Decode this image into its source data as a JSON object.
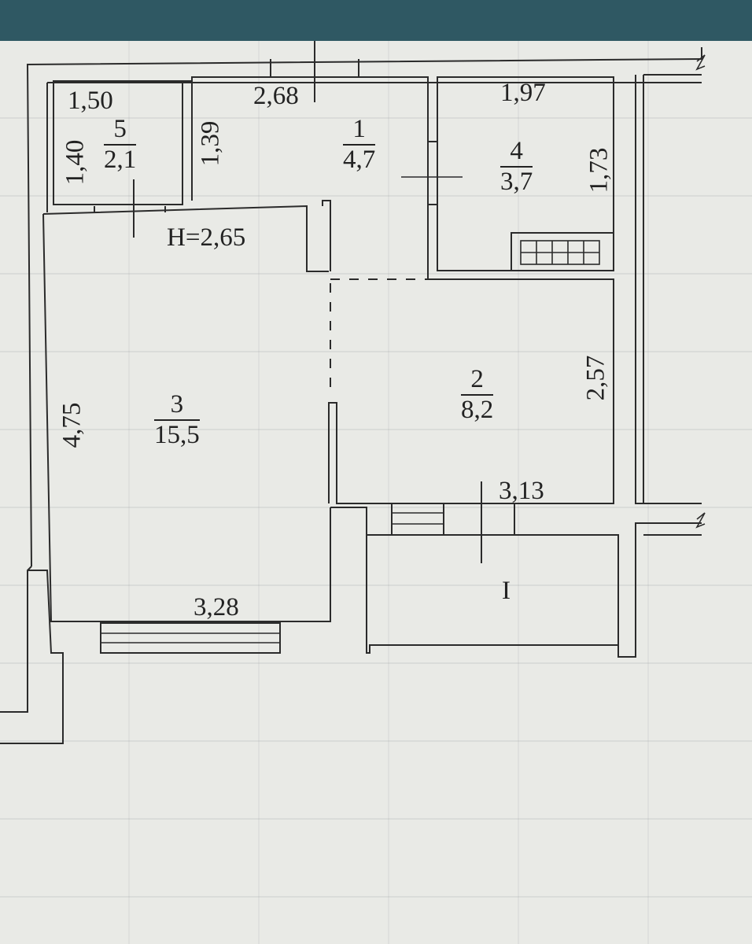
{
  "plan": {
    "ceiling_height": "H=2,65",
    "rooms": [
      {
        "number": "1",
        "area": "4,7"
      },
      {
        "number": "2",
        "area": "8,2"
      },
      {
        "number": "3",
        "area": "15,5"
      },
      {
        "number": "4",
        "area": "3,7"
      },
      {
        "number": "5",
        "area": "2,1"
      }
    ],
    "balcony_label": "I",
    "dimensions": {
      "room5_width": "1,50",
      "room5_height": "1,40",
      "room1_width": "2,68",
      "room1_height": "1,39",
      "room4_width": "1,97",
      "room4_height": "1,73",
      "room2_height": "2,57",
      "room2_width": "3,13",
      "room3_height": "4,75",
      "room3_width": "3,28"
    }
  },
  "colors": {
    "top_bar": "#2f5863",
    "paper": "#e9eae6",
    "ink": "#2b2b2b"
  }
}
